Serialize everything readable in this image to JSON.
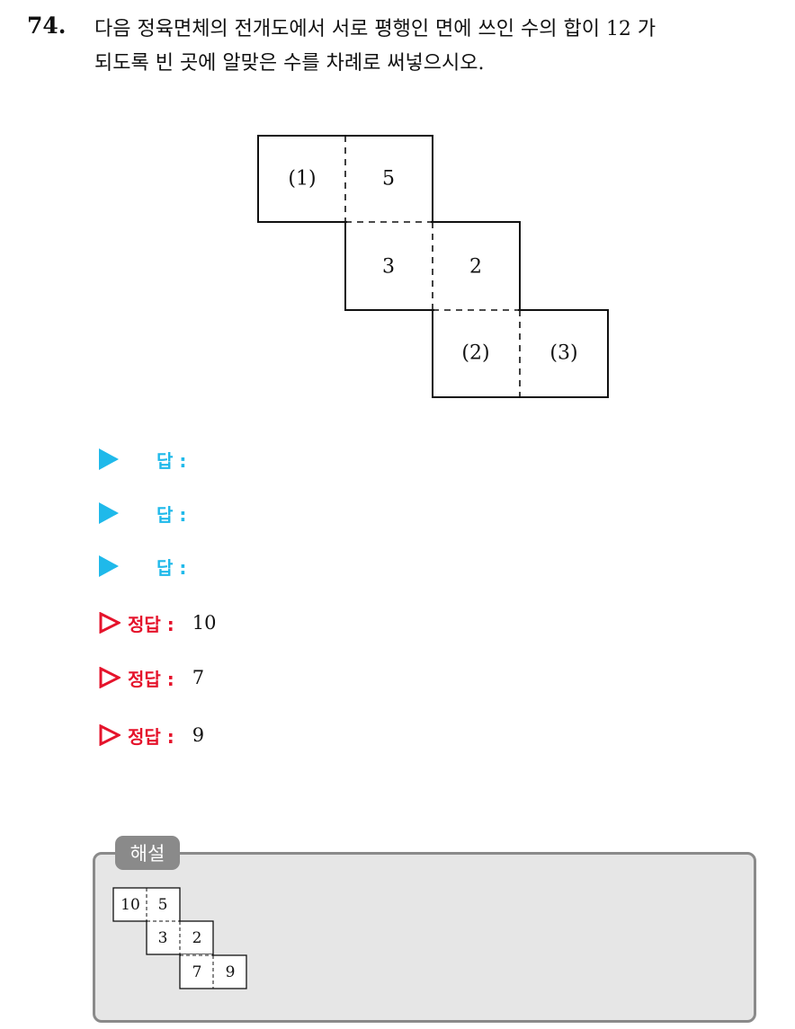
{
  "question": {
    "number": "74.",
    "line1": "다음 정육면체의 전개도에서 서로 평행인 면에 쓰인 수의 합이 12 가",
    "line2": "되도록 빈 곳에 알맞은 수를 차례로 써넣으시오."
  },
  "net": {
    "cells": [
      "(1)",
      "5",
      "3",
      "2",
      "(2)",
      "(3)"
    ]
  },
  "answers": {
    "label": "답 :",
    "blanks": [
      "",
      "",
      ""
    ]
  },
  "key": {
    "label": "정답 :",
    "values": [
      "10",
      "7",
      "9"
    ]
  },
  "solution": {
    "tab": "해설",
    "cells": [
      "10",
      "5",
      "3",
      "2",
      "7",
      "9"
    ]
  },
  "colors": {
    "answer_marker": "#1fb9ea",
    "key_marker": "#e5132b",
    "solution_bg": "#e6e6e6",
    "solution_border": "#8a8a8a"
  }
}
